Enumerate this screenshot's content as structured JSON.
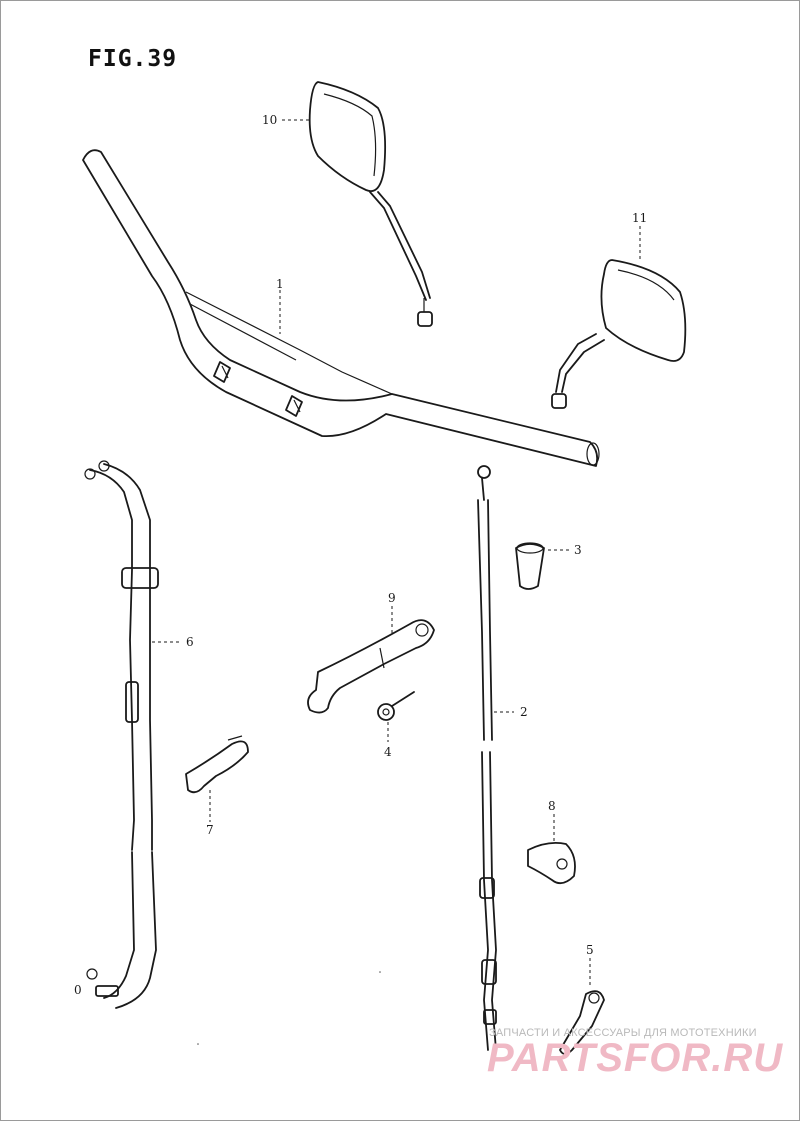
{
  "figure": {
    "title": "FIG.39"
  },
  "callouts": {
    "handlebar": "1",
    "throttle_cable": "2",
    "grip": "3",
    "clamp_bolt": "4",
    "lever_holder": "5",
    "clutch_cable": "6",
    "cable_guide": "7",
    "cable_clamp": "8",
    "holder_bracket": "9",
    "mirror_left": "10",
    "mirror_right": "11",
    "clamp_lower": "8",
    "cable_end": "0"
  },
  "watermark": {
    "caption": "ЗАПЧАСТИ И АКСЕССУАРЫ ДЛЯ МОТОТЕХНИКИ",
    "logo": "PARTSFOR.RU",
    "color": "#f0b9c5"
  }
}
